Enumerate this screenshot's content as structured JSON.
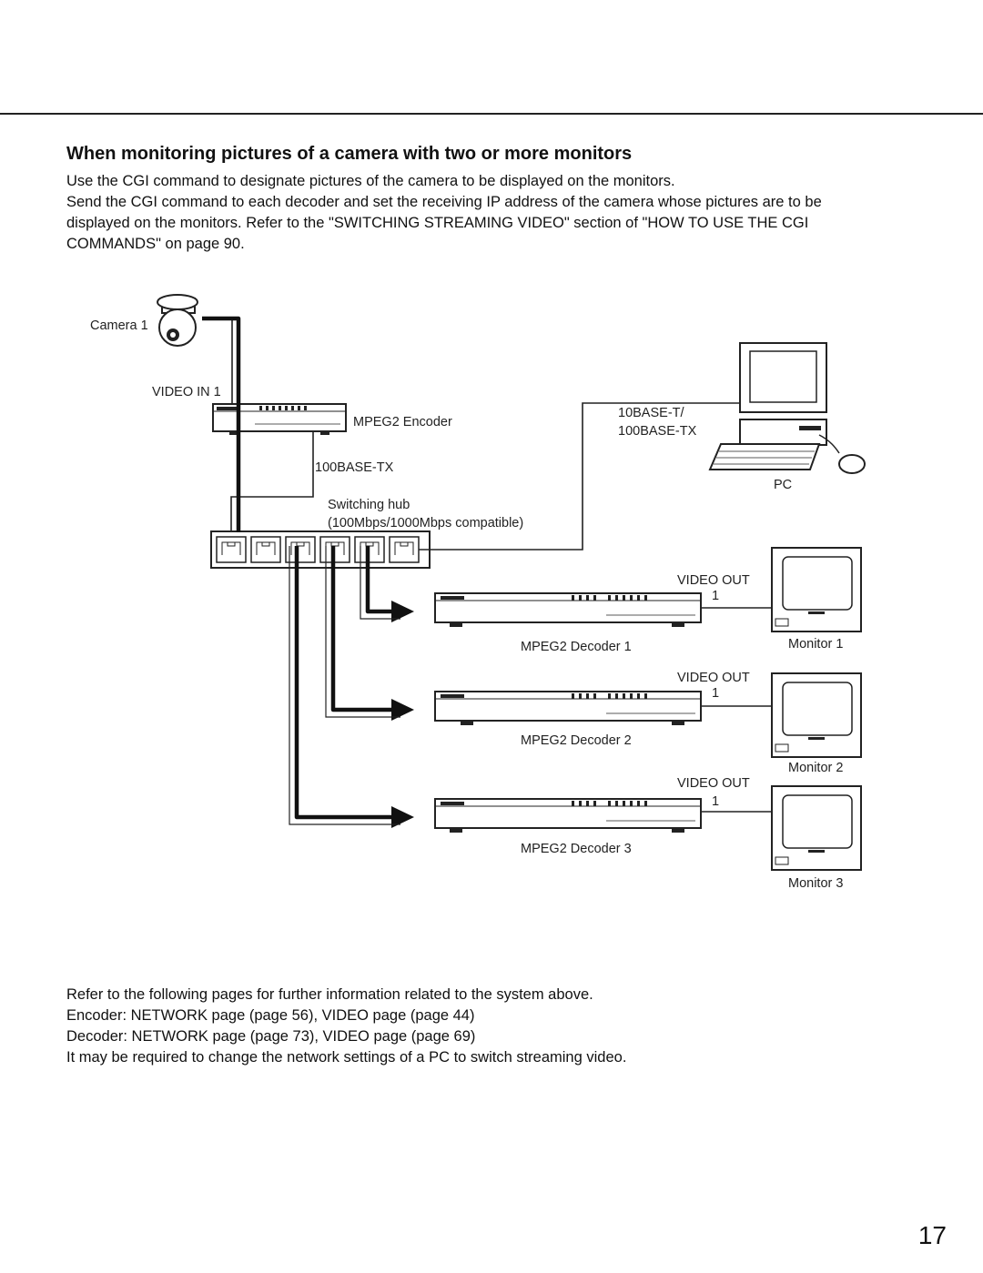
{
  "heading": "When monitoring pictures of a camera with two or more monitors",
  "intro": [
    "Use the CGI command to designate pictures of the camera to be displayed on the monitors.",
    "Send the CGI command to each decoder and set the receiving IP address of the camera whose pictures are to be",
    "displayed on the monitors. Refer to the \"SWITCHING STREAMING VIDEO\" section of \"HOW TO USE THE CGI",
    "COMMANDS\" on page 90."
  ],
  "diagram": {
    "camera_label": "Camera 1",
    "video_in_label": "VIDEO IN  1",
    "encoder_label": "MPEG2 Encoder",
    "encoder_link_label": "100BASE-TX",
    "hub_label": "Switching hub",
    "hub_sublabel": "(100Mbps/1000Mbps compatible)",
    "pc_link_label_1": "10BASE-T/",
    "pc_link_label_2": "100BASE-TX",
    "pc_label": "PC",
    "decoders": [
      {
        "label": "MPEG2 Decoder 1",
        "out_label": "VIDEO OUT",
        "out_num": "1",
        "monitor": "Monitor 1"
      },
      {
        "label": "MPEG2 Decoder 2",
        "out_label": "VIDEO OUT",
        "out_num": "1",
        "monitor": "Monitor 2"
      },
      {
        "label": "MPEG2 Decoder 3",
        "out_label": "VIDEO OUT",
        "out_num": "1",
        "monitor": "Monitor 3"
      }
    ]
  },
  "notes": [
    "Refer to the following pages for further information related to the system above.",
    "Encoder: NETWORK page (page 56), VIDEO page (page 44)",
    "Decoder: NETWORK page (page 73), VIDEO page (page 69)",
    "It may be required to change the network settings of a PC to switch streaming video."
  ],
  "page_number": "17"
}
